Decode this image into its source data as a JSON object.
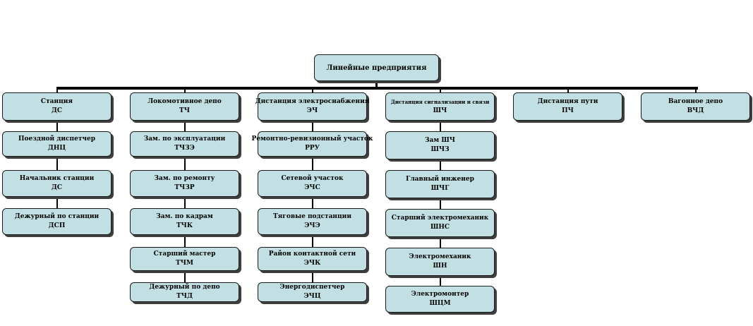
{
  "root": {
    "label": "Линейные предприятия"
  },
  "branches": [
    {
      "head": {
        "l1": "Станция",
        "l2": "ДС"
      },
      "children": [
        {
          "l1": "Поездной диспетчер",
          "l2": "ДНЦ"
        },
        {
          "l1": "Начальник станции",
          "l2": "ДС"
        },
        {
          "l1": "Дежурный по станции",
          "l2": "ДСП"
        }
      ]
    },
    {
      "head": {
        "l1": "Локомотивное депо",
        "l2": "ТЧ"
      },
      "children": [
        {
          "l1": "Зам. по эксплуатации",
          "l2": "ТЧЗЭ"
        },
        {
          "l1": "Зам. по ремонту",
          "l2": "ТЧЗР"
        },
        {
          "l1": "Зам. по кадрам",
          "l2": "ТЧК"
        },
        {
          "l1": "Старший мастер",
          "l2": "ТЧМ"
        },
        {
          "l1": "Дежурный по депо",
          "l2": "ТЧД"
        }
      ]
    },
    {
      "head": {
        "l1": "Дистанция электроснабжения",
        "l2": "ЭЧ"
      },
      "children": [
        {
          "l1": "Ремонтно-ревизионный участок",
          "l2": "РРУ"
        },
        {
          "l1": "Сетевой участок",
          "l2": "ЭЧС"
        },
        {
          "l1": "Тяговые подстанции",
          "l2": "ЭЧЭ"
        },
        {
          "l1": "Район контактной сети",
          "l2": "ЭЧК"
        },
        {
          "l1": "Энергодиспетчер",
          "l2": "ЭЧЦ"
        }
      ]
    },
    {
      "head": {
        "l1": "Дистанция сигнализации и связи",
        "l2": "ШЧ"
      },
      "children": [
        {
          "l1": "Зам ШЧ",
          "l2": "ШЧЗ"
        },
        {
          "l1": "Главный инженер",
          "l2": "ШЧГ"
        },
        {
          "l1": "Старший электромеханик",
          "l2": "ШНС"
        },
        {
          "l1": "Электромеханик",
          "l2": "ШН"
        },
        {
          "l1": "Электромонтер",
          "l2": "ШЦМ"
        }
      ]
    },
    {
      "head": {
        "l1": "Дистанция пути",
        "l2": "ПЧ"
      },
      "children": []
    },
    {
      "head": {
        "l1": "Вагонное депо",
        "l2": "ВЧД"
      },
      "children": []
    }
  ]
}
